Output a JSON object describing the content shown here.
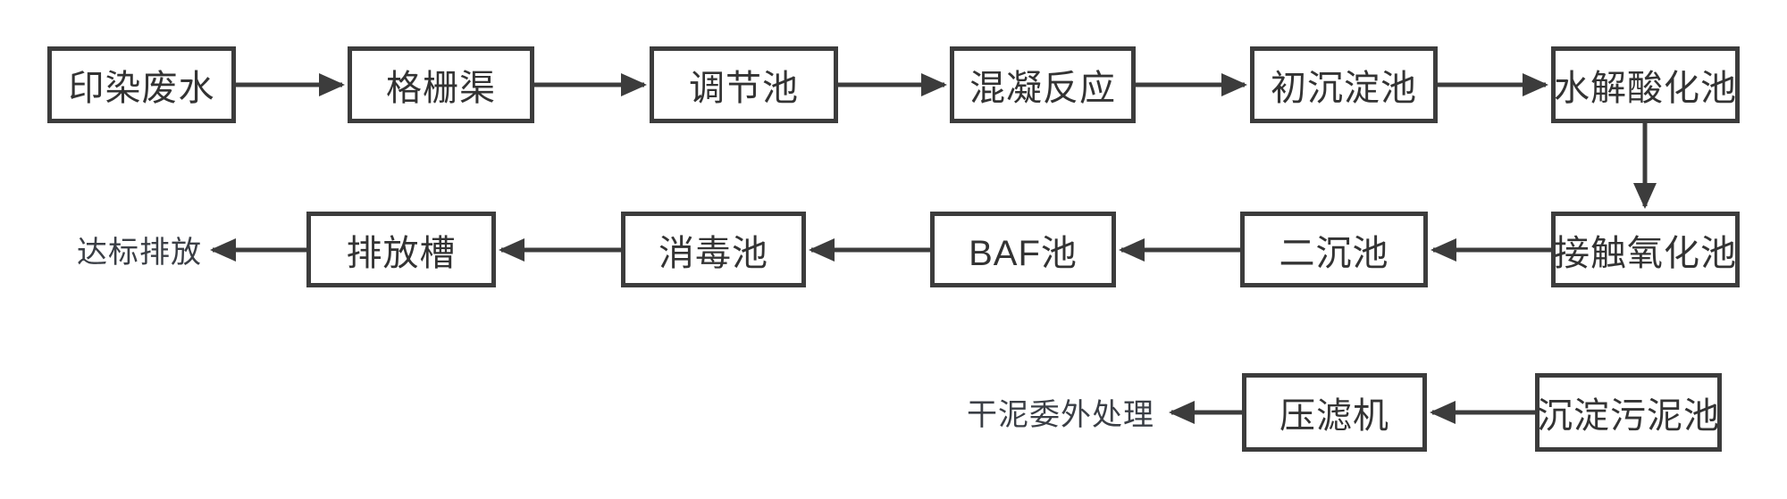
{
  "diagram_type": "flowchart",
  "colors": {
    "background": "#ffffff",
    "box_border": "#3c3c3c",
    "box_fill": "#ffffff",
    "box_text": "#333333",
    "arrow": "#3c3c3c",
    "end_label_text": "#3a3e45"
  },
  "nodes": [
    {
      "id": "yinran-feishui",
      "label": "印染废水"
    },
    {
      "id": "geshan-qu",
      "label": "格栅渠"
    },
    {
      "id": "tiaojie-chi",
      "label": "调节池"
    },
    {
      "id": "hunning-fanying",
      "label": "混凝反应"
    },
    {
      "id": "chuchendian-chi",
      "label": "初沉淀池"
    },
    {
      "id": "shuijie-suanhua-chi",
      "label": "水解酸化池"
    },
    {
      "id": "jiechu-yanghua-chi",
      "label": "接触氧化池"
    },
    {
      "id": "erchen-chi",
      "label": "二沉池"
    },
    {
      "id": "baf-chi",
      "label": "BAF池"
    },
    {
      "id": "xiaodu-chi",
      "label": "消毒池"
    },
    {
      "id": "paifang-cao",
      "label": "排放槽"
    },
    {
      "id": "chendian-wuni-chi",
      "label": "沉淀污泥池"
    },
    {
      "id": "yalv-ji",
      "label": "压滤机"
    }
  ],
  "end_labels": [
    {
      "id": "dabiao-paifang",
      "text": "达标排放"
    },
    {
      "id": "ganni-weiwai-chuli",
      "text": "干泥委外处理"
    }
  ],
  "main_flow_sequence": [
    "印染废水",
    "格栅渠",
    "调节池",
    "混凝反应",
    "初沉淀池",
    "水解酸化池",
    "接触氧化池",
    "二沉池",
    "BAF池",
    "消毒池",
    "排放槽",
    "达标排放"
  ],
  "sludge_flow_sequence": [
    "沉淀污泥池",
    "压滤机",
    "干泥委外处理"
  ]
}
